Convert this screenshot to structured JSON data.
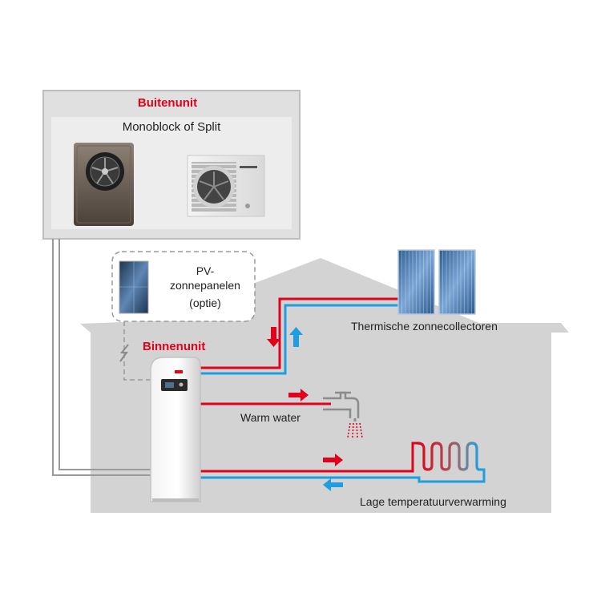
{
  "outdoor": {
    "title": "Buitenunit",
    "subtitle": "Monoblock of Split"
  },
  "pv": {
    "line1": "PV-",
    "line2": "zonnepanelen",
    "line3": "(optie)"
  },
  "indoor": {
    "title": "Binnenunit"
  },
  "solar_collectors": {
    "label": "Thermische zonnecollectoren"
  },
  "warm_water": {
    "label": "Warm water"
  },
  "heating": {
    "label": "Lage temperatuurverwarming"
  },
  "colors": {
    "accent_red": "#e2001a",
    "hot": "#e2001a",
    "cold": "#1e9ee0",
    "house": "#d3d3d3",
    "panel_bg": "#ededed"
  }
}
